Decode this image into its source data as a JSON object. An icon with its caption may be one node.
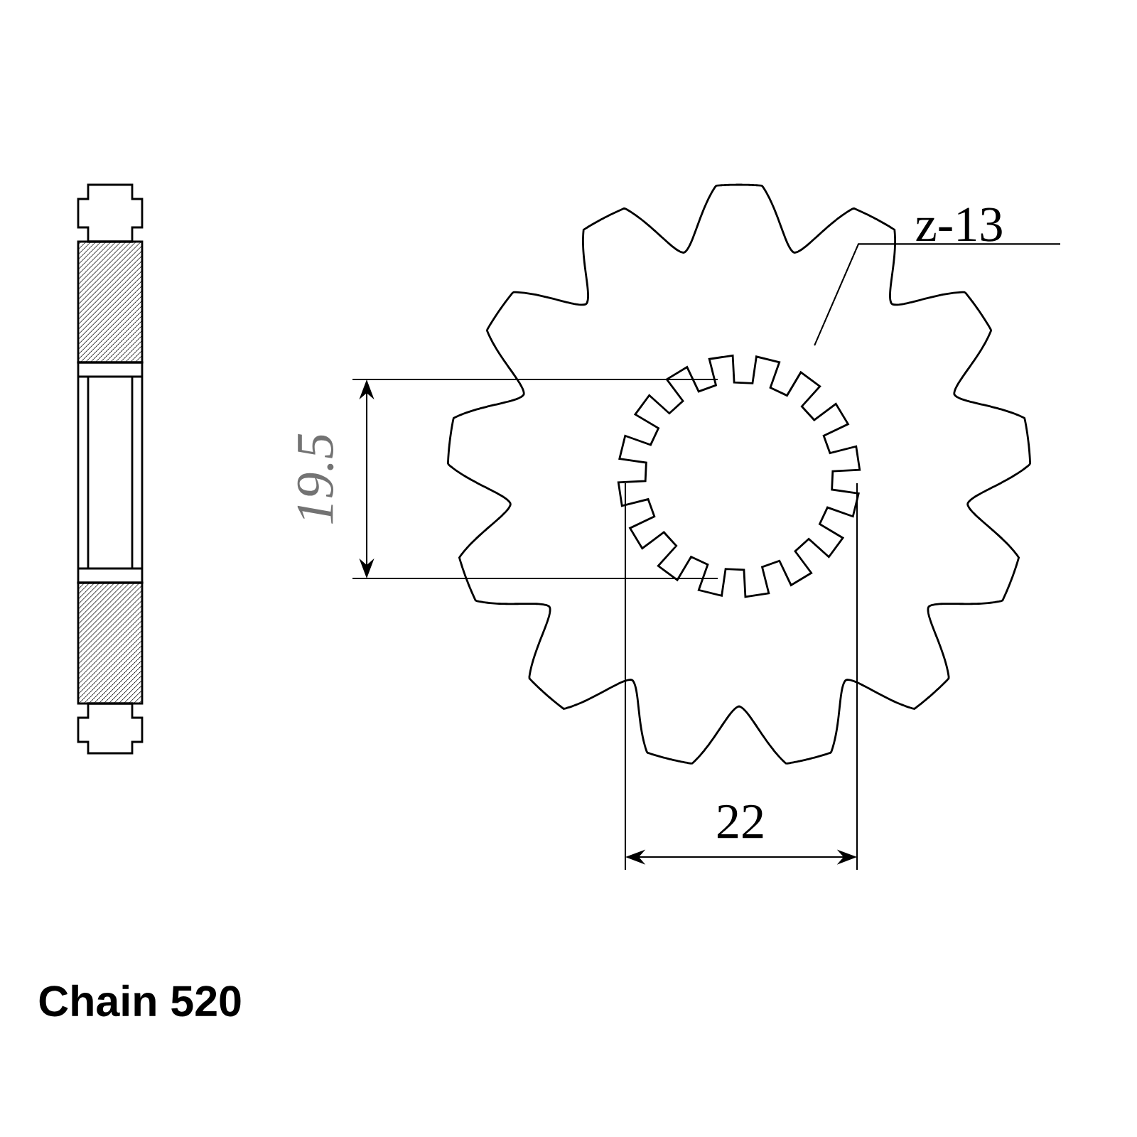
{
  "diagram": {
    "nodes": [
      {
        "text": [
          "z-13"
        ]
      },
      {
        "text": [],
        "shape": "picture"
      }
    ],
    "edges": [
      {
        "from": 0,
        "to": 1,
        "arrow": "none"
      }
    ],
    "labels": [
      "19.5",
      "22",
      "Chain 520"
    ]
  }
}
